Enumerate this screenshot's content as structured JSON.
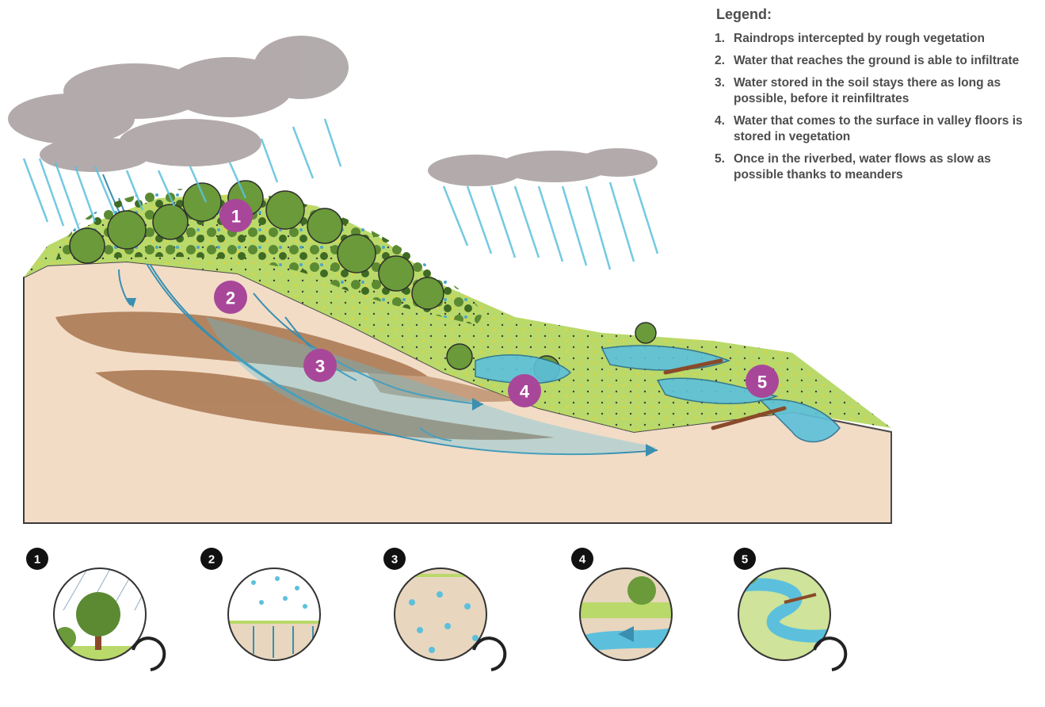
{
  "legend": {
    "title": "Legend:",
    "items": [
      {
        "num": "1.",
        "text": "Raindrops intercepted by rough vegetation"
      },
      {
        "num": "2.",
        "text": "Water that reaches the ground is able to infiltrate"
      },
      {
        "num": "3.",
        "text": "Water stored in the soil stays there as long as possible, before it reinfiltrates"
      },
      {
        "num": "4.",
        "text": "Water that comes to the surface in valley floors is stored in vegetation"
      },
      {
        "num": "5.",
        "text": "Once in the riverbed, water flows as slow as possible thanks to meanders"
      }
    ]
  },
  "markers": [
    "1",
    "2",
    "3",
    "4",
    "5"
  ],
  "badges": [
    "1",
    "2",
    "3",
    "4",
    "5"
  ],
  "colors": {
    "marker": "#a8479a",
    "soil": "#f2dcc6",
    "clay": "#a9754f",
    "water": "#5cc0dc",
    "grass": "#b9d96a",
    "tree": "#4e7d2c",
    "cloud": "#9a9090"
  },
  "icons": [
    "rain-cloud-icon",
    "tree-icon",
    "water-arrow-icon",
    "meander-icon",
    "clock-icon"
  ]
}
